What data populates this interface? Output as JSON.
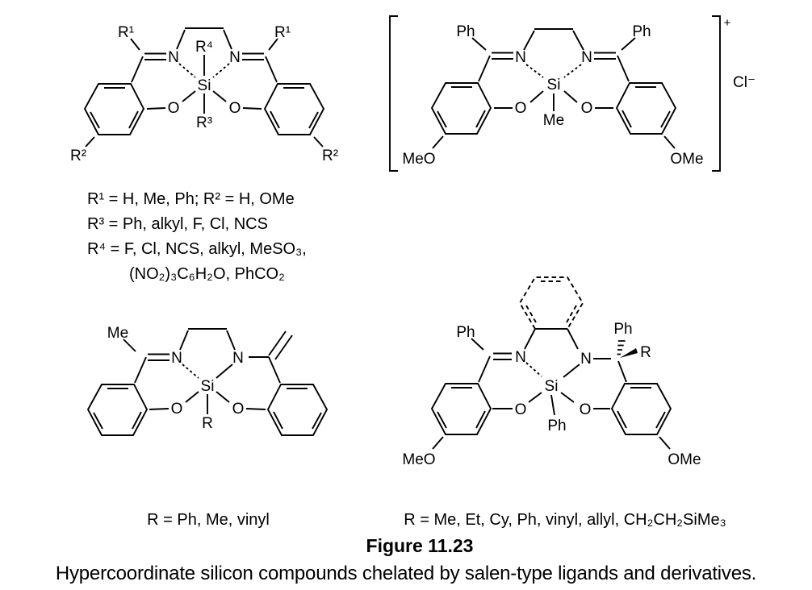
{
  "s1": {
    "r1_left": "R¹",
    "r1_right": "R¹",
    "r4": "R⁴",
    "r3": "R³",
    "n_left": "N",
    "n_right": "N",
    "si": "Si",
    "o_left": "O",
    "o_right": "O",
    "r2_left": "R²",
    "r2_right": "R²"
  },
  "legend": {
    "line1": "R¹ = H, Me, Ph; R² = H, OMe",
    "line2": "R³ = Ph, alkyl, F, Cl, NCS",
    "line3": "R⁴ = F, Cl, NCS, alkyl, MeSO₃,",
    "line4": "(NO₂)₃C₆H₂O, PhCO₂"
  },
  "s2": {
    "ph_left": "Ph",
    "ph_right": "Ph",
    "n_left": "N",
    "n_right": "N",
    "si": "Si",
    "o_left": "O",
    "o_right": "O",
    "me": "Me",
    "meo_left": "MeO",
    "ome_right": "OMe",
    "charge": "+",
    "counterion": "Cl⁻"
  },
  "s3": {
    "me": "Me",
    "n_left": "N",
    "n_right": "N",
    "si": "Si",
    "o_left": "O",
    "o_right": "O",
    "r": "R",
    "r_values": "R = Ph, Me, vinyl"
  },
  "s4": {
    "ph_imine": "Ph",
    "n_left": "N",
    "n_right": "N",
    "si": "Si",
    "o_left": "O",
    "o_right": "O",
    "ph_axial": "Ph",
    "ph_stereo": "Ph",
    "r": "R",
    "meo_left": "MeO",
    "ome_right": "OMe",
    "r_values": "R = Me, Et, Cy, Ph, vinyl, allyl, CH₂CH₂SiMe₃"
  },
  "figure": {
    "label": "Figure 11.23",
    "caption": "Hypercoordinate silicon compounds chelated by salen-type ligands and derivatives."
  }
}
